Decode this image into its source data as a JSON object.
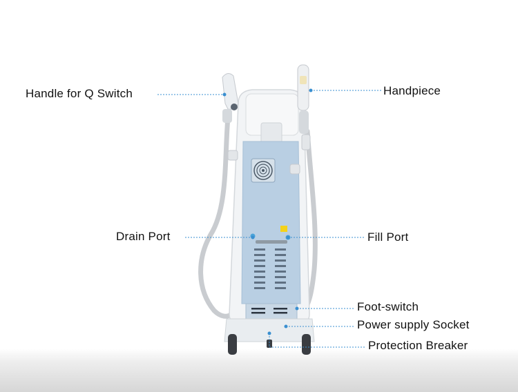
{
  "labels": {
    "q_switch": "Handle for Q Switch",
    "handpiece": "Handpiece",
    "drain_port": "Drain Port",
    "fill_port": "Fill Port",
    "foot_switch": "Foot-switch",
    "power_socket": "Power supply Socket",
    "breaker": "Protection Breaker"
  },
  "colors": {
    "leader": "#3a8fd0",
    "panel": "#b9cfe3",
    "body": "#eef2f5"
  }
}
